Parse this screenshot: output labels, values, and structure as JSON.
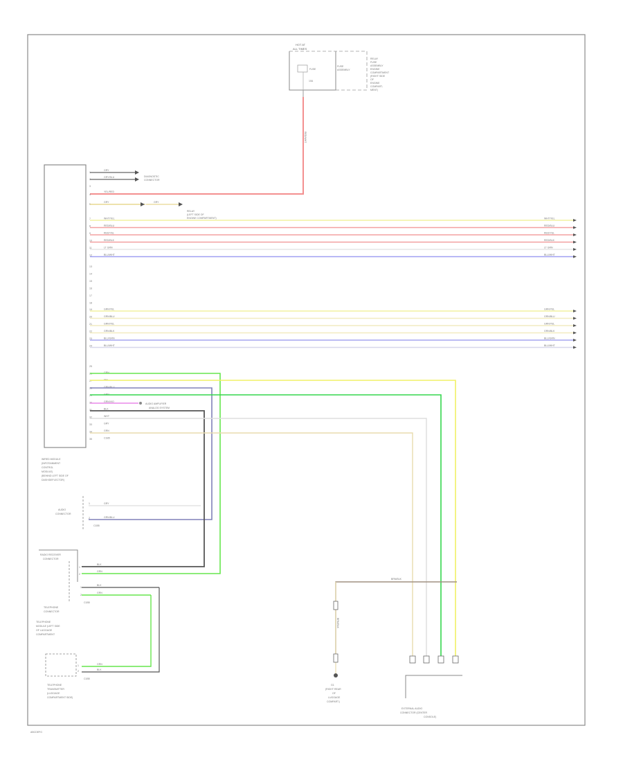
{
  "diagram": {
    "footer_code": "ABCDEFG",
    "fuse_block": {
      "title": [
        "HOT AT",
        "ALL TIMES"
      ],
      "fuse_label": "FUSE",
      "fuse_sub": "10A",
      "side_label": [
        "FUSE",
        "ASSEMBLY"
      ],
      "right_label": [
        "RELAY",
        "FUSE",
        "ASSEMBLY",
        "ENGINE",
        "COMPARTMENT",
        "(RIGHT SIDE",
        "OF",
        "ENGINE",
        "COMPART-",
        "MENT)"
      ],
      "wire_label": "RED/WHT"
    },
    "module": {
      "label": [
        "WIRED MODULE",
        "(INFOTAINMENT",
        "CONTROL",
        "MODULE)",
        "(BEHIND LEFT SIDE OF",
        "DASH/DEFLECTOR)"
      ],
      "top_pins": [
        {
          "pin": "1",
          "text": "GRY",
          "dest": [
            "DIAGNOSTIC",
            "CONNECTOR"
          ]
        },
        {
          "pin": "2",
          "text": "GRY/BLU",
          "dest": []
        },
        {
          "pin": "3",
          "text": "",
          "dest": []
        },
        {
          "pin": "4",
          "text": "YEL/RED",
          "dest": []
        },
        {
          "pin": "5",
          "text": "GRY",
          "dest": [
            "RELAY",
            "(LEFT SIDE OF",
            "ENGINE COMPARTMENT)"
          ],
          "dest_mid": "GRY"
        }
      ]
    },
    "bus_group_1": [
      {
        "pin": "7",
        "left": "WHT/YEL",
        "right": "WHT/YEL",
        "color": "#f2f2a0"
      },
      {
        "pin": "8",
        "left": "RED/BLU",
        "right": "RED/BLU",
        "color": "#f3a0a0"
      },
      {
        "pin": "9",
        "left": "RED/YEL",
        "right": "RED/YEL",
        "color": "#f3a0a0"
      },
      {
        "pin": "10",
        "left": "RED/BLK",
        "right": "RED/BLK",
        "color": "#f3a0a0"
      },
      {
        "pin": "11",
        "left": "LT GRN",
        "right": "LT GRN",
        "color": "#e6e6e6"
      },
      {
        "pin": "12",
        "left": "BLU/WHT",
        "right": "BLU/WHT",
        "color": "#9f9ff2"
      }
    ],
    "empty_pins": [
      "13",
      "14",
      "15",
      "16",
      "17",
      "18"
    ],
    "bus_group_2": [
      {
        "pin": "19",
        "left": "GRN/YEL",
        "right": "GRN/YEL",
        "color": "#f2f2a0"
      },
      {
        "pin": "20",
        "left": "GRN/BLU",
        "right": "GRN/BLU",
        "color": "#f2ecc0"
      },
      {
        "pin": "21",
        "left": "GRN/YEL",
        "right": "GRN/YEL",
        "color": "#f2ecc0"
      },
      {
        "pin": "22",
        "left": "GRN/BLK",
        "right": "GRN/BLK",
        "color": "#f2ecc0"
      },
      {
        "pin": "23",
        "left": "BLU/GRN",
        "right": "BLU/GRN",
        "color": "#a5a5f0"
      },
      {
        "pin": "24",
        "left": "BLU/WHT",
        "right": "BLU/WHT",
        "color": "#d8d8ea"
      }
    ],
    "lower_pins": [
      {
        "pin": "25",
        "text": "",
        "color": "none"
      },
      {
        "pin": "26",
        "text": "GRN",
        "color": "#66e64d"
      },
      {
        "pin": "27",
        "text": "YEL",
        "color": "#f0f066"
      },
      {
        "pin": "28",
        "text": "GRN/BLU",
        "color": "#8080b8"
      },
      {
        "pin": "29",
        "text": "GRN",
        "color": "#33d64d"
      },
      {
        "pin": "30",
        "text": "GRN/VIO",
        "color": "#e888e8"
      },
      {
        "pin": "31",
        "text": "BLK",
        "color": "#999999"
      },
      {
        "pin": "32",
        "text": "WHT",
        "color": "#e6e6e6"
      },
      {
        "pin": "33",
        "text": "GRY",
        "color": "#f2ecc0"
      },
      {
        "pin": "34",
        "text": "GRN",
        "color": "#d9f2c0"
      },
      {
        "pin": "35",
        "text": "C1B5",
        "color": "none"
      }
    ],
    "violet_dest": [
      "AUDIO AMPLIFIER",
      "ANALOG SYSTEM"
    ],
    "audio_connector": {
      "label": [
        "AUDIO",
        "CONNECTOR"
      ],
      "pins": [
        {
          "pin": "1",
          "text": "GRY"
        },
        {
          "pin": "2",
          "text": "GRN/BLU"
        },
        {
          "pin": "3",
          "text": "C1B5"
        }
      ]
    },
    "radio_module": {
      "label": [
        "RADIO RECEIVER",
        "CONNECTOR"
      ],
      "pins": [
        {
          "pin": "1",
          "text": "BLK"
        },
        {
          "pin": "2",
          "text": "GRN"
        }
      ]
    },
    "telephone_module": {
      "label": [
        "TELEPHONE",
        "MODULE (LEFT SIDE",
        "OF LUGGAGE",
        "COMPARTMENT"
      ],
      "label2": [
        "TELEPHONE",
        "CONNECTOR"
      ],
      "pins": [
        {
          "pin": "1",
          "text": "BLK"
        },
        {
          "pin": "2",
          "text": "GRN"
        },
        {
          "pin": "3",
          "text": "C1B5"
        }
      ]
    },
    "telephone_receiver": {
      "label": [
        "TELEPHONE",
        "TRANSMITTER",
        "(LUGGAGE",
        "COMPARTMENT SIDE)"
      ],
      "pins": [
        {
          "pin": "1",
          "text": "GRN"
        },
        {
          "pin": "2",
          "text": "BLK"
        },
        {
          "pin": "3",
          "text": "C1B5"
        }
      ]
    },
    "ground": {
      "label": [
        "G1",
        "(RIGHT REAR",
        "OF",
        "LUGGAGE",
        "COMPART.)"
      ],
      "wire_label": "BRN/BLK",
      "wire_mid": "BRN/BLK"
    },
    "aux_unit": {
      "label": [
        "EXTERNAL AUDIO",
        "CONNECTOR (CENTER",
        "CONSOLE)"
      ]
    }
  }
}
